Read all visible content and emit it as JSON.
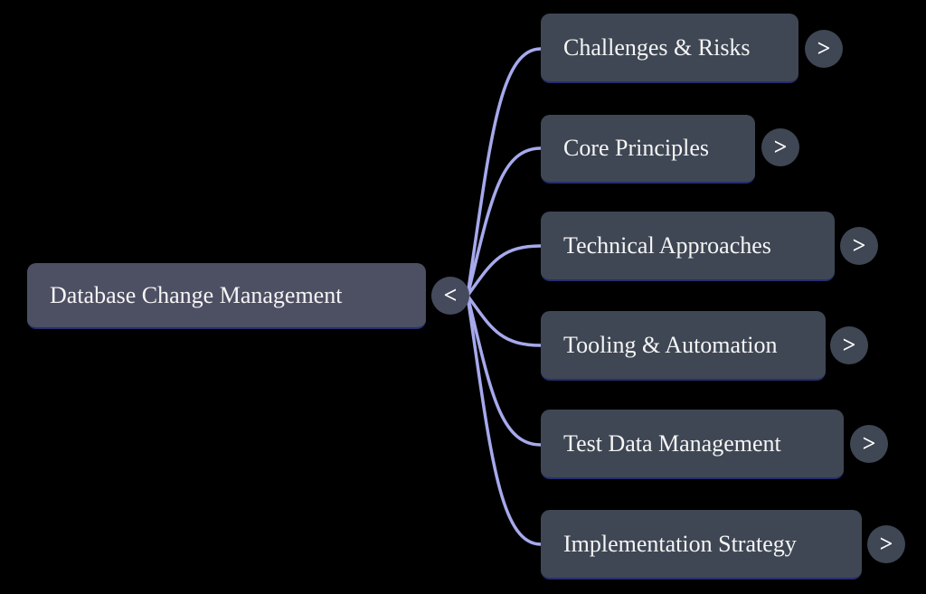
{
  "diagram": {
    "type": "mindmap",
    "background_color": "#000000",
    "edge_color": "#a6a9ec",
    "root_node_fill": "#4d4f63",
    "child_node_fill": "#3f4754",
    "node_underline_color": "#272d6e",
    "text_color": "#f5f5f5",
    "root": {
      "label": "Database Change Management",
      "toggle": {
        "icon": "chevron-left-icon",
        "glyph": "<"
      }
    },
    "children": [
      {
        "label": "Challenges & Risks",
        "toggle": {
          "icon": "chevron-right-icon",
          "glyph": ">"
        }
      },
      {
        "label": "Core Principles",
        "toggle": {
          "icon": "chevron-right-icon",
          "glyph": ">"
        }
      },
      {
        "label": "Technical Approaches",
        "toggle": {
          "icon": "chevron-right-icon",
          "glyph": ">"
        }
      },
      {
        "label": "Tooling & Automation",
        "toggle": {
          "icon": "chevron-right-icon",
          "glyph": ">"
        }
      },
      {
        "label": "Test Data Management",
        "toggle": {
          "icon": "chevron-right-icon",
          "glyph": ">"
        }
      },
      {
        "label": "Implementation Strategy",
        "toggle": {
          "icon": "chevron-right-icon",
          "glyph": ">"
        }
      }
    ]
  }
}
